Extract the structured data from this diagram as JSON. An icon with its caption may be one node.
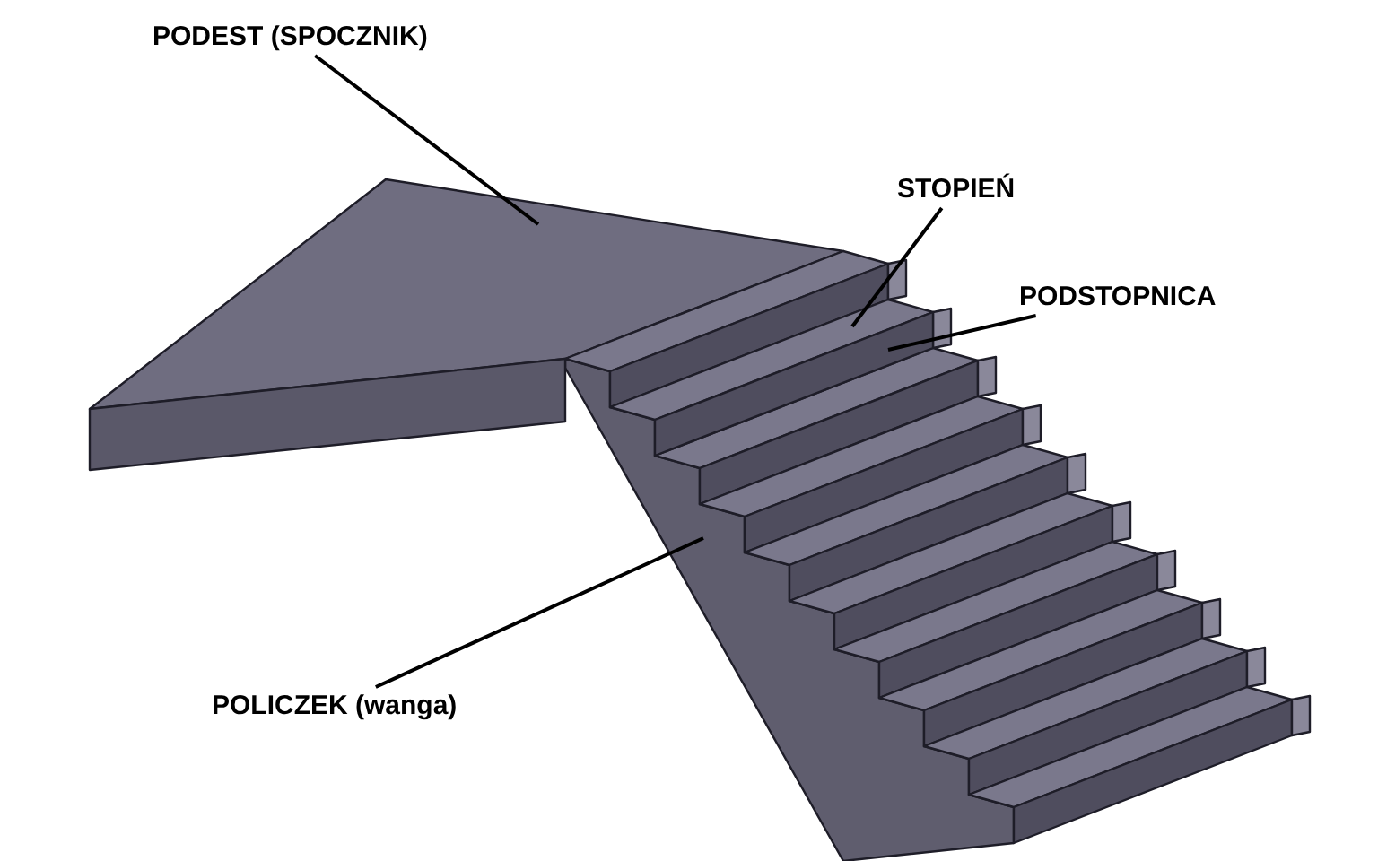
{
  "diagram": {
    "nodes": [
      {
        "text": [
          "PODEST (SPOCZNIK)"
        ]
      },
      {
        "text": [],
        "shape": "box"
      },
      {
        "text": [
          "STOPIEŃ"
        ]
      },
      {
        "text": [],
        "shape": "box"
      },
      {
        "text": [
          "PODSTOPNICA"
        ]
      },
      {
        "text": [],
        "shape": "box"
      },
      {
        "text": [
          "POLICZEK (wanga)"
        ]
      },
      {
        "text": [],
        "shape": "box"
      }
    ],
    "edges": [
      {
        "from": 0,
        "to": 1,
        "arrow": "none"
      },
      {
        "from": 2,
        "to": 3,
        "arrow": "none"
      },
      {
        "from": 4,
        "to": 5,
        "arrow": "none"
      },
      {
        "from": 6,
        "to": 7,
        "arrow": "none"
      }
    ]
  }
}
